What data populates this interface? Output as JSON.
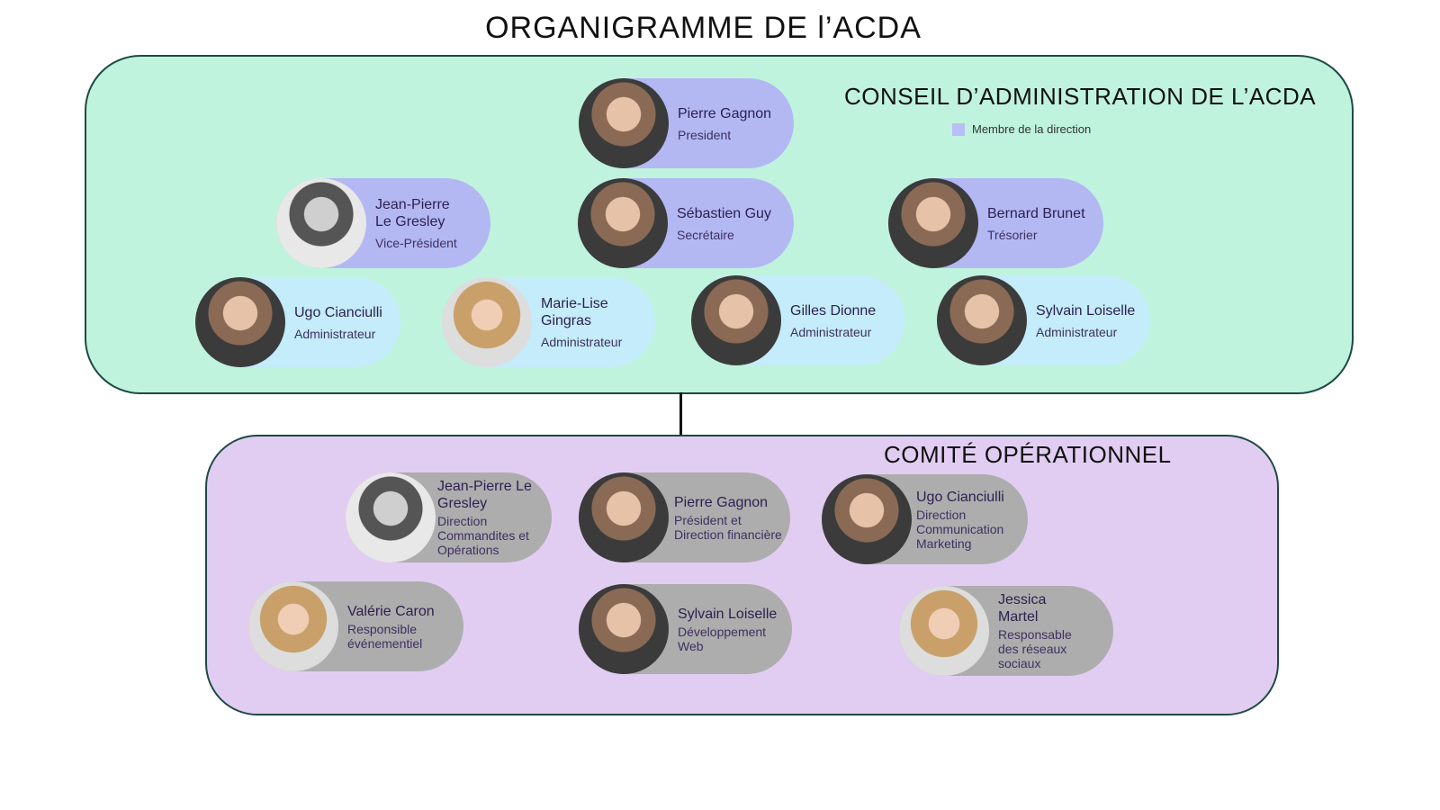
{
  "title": "ORGANIGRAMME DE l’ACDA",
  "board": {
    "title": "CONSEIL D’ADMINISTRATION DE L’ACDA",
    "legend": "Membre de la direction",
    "members": [
      {
        "name": "Pierre Gagnon",
        "role": "President"
      },
      {
        "name": "Jean-Pierre Le Gresley",
        "role": "Vice-Président"
      },
      {
        "name": "Sébastien Guy",
        "role": "Secrétaire"
      },
      {
        "name": "Bernard Brunet",
        "role": "Trésorier"
      },
      {
        "name": "Ugo Cianciulli",
        "role": "Administrateur"
      },
      {
        "name": "Marie-Lise Gingras",
        "role": "Administrateur"
      },
      {
        "name": "Gilles Dionne",
        "role": "Administrateur"
      },
      {
        "name": "Sylvain Loiselle",
        "role": "Administrateur"
      }
    ]
  },
  "committee": {
    "title": "COMITÉ OPÉRATIONNEL",
    "members": [
      {
        "name": "Jean-Pierre Le Gresley",
        "role": "Direction Commandites et Opérations"
      },
      {
        "name": "Pierre Gagnon",
        "role": "Président et Direction financière"
      },
      {
        "name": "Ugo Cianciulli",
        "role": "Direction Communication Marketing"
      },
      {
        "name": "Valérie Caron",
        "role": "Responsible événementiel"
      },
      {
        "name": "Sylvain Loiselle",
        "role": "Développement Web"
      },
      {
        "name": "Jessica Martel",
        "role": "Responsable des réseaux sociaux"
      }
    ]
  },
  "colors": {
    "board_bg": "#bff3dd",
    "committee_bg": "#e2cdf2",
    "direction": "#b3b8f3",
    "administrateur": "#c4ecfa",
    "committee_pill": "#adadad"
  }
}
